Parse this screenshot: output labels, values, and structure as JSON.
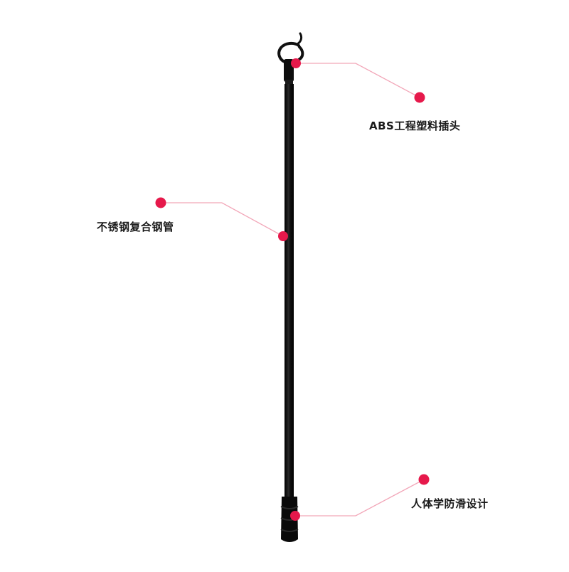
{
  "product_annotations": {
    "callouts": [
      {
        "id": "head",
        "label": "ABS工程塑料插头"
      },
      {
        "id": "tube",
        "label": "不锈钢复合钢管"
      },
      {
        "id": "grip",
        "label": "人体学防滑设计"
      }
    ]
  },
  "colors": {
    "accent_dot": "#e6194b",
    "leader_line": "#f2a6b8",
    "pole": "#0b0b0b"
  },
  "icons": {
    "product": "hanging-pole-hook-icon"
  }
}
